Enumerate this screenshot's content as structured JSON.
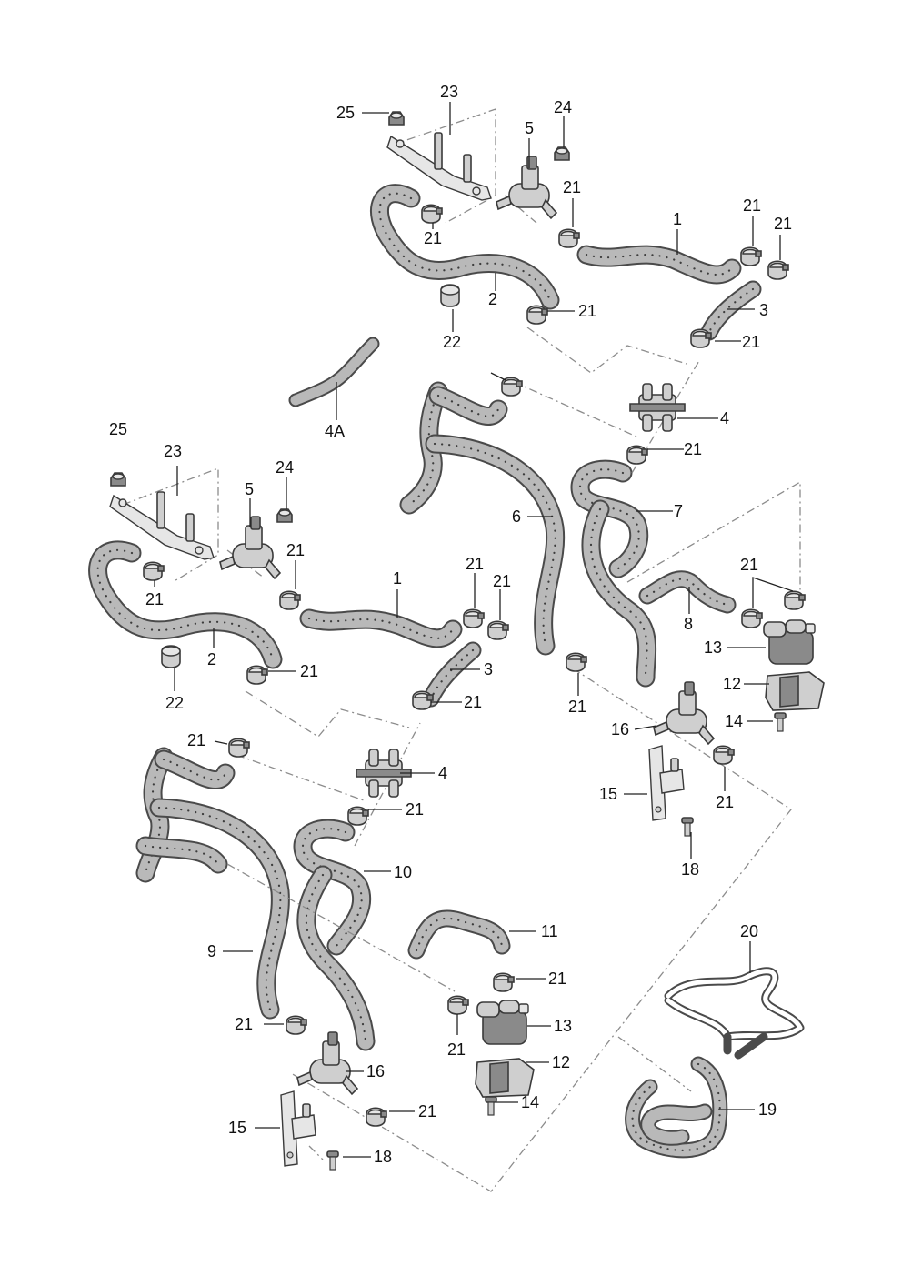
{
  "diagram": {
    "type": "exploded-parts-diagram",
    "colors": {
      "background": "#ffffff",
      "hose": "#b9b9b9",
      "line": "#222222",
      "dash": "#8c8c8c"
    },
    "callouts": {
      "c25a": "25",
      "c23a": "23",
      "c24a": "24",
      "c5a": "5",
      "c21a": "21",
      "c21b": "21",
      "c21c": "21",
      "c21d": "21",
      "c1a": "1",
      "c3a": "3",
      "c21e": "21",
      "c2a": "2",
      "c22a": "22",
      "c21f": "21",
      "c4Aa": "4A",
      "c4a": "4",
      "c21g": "21",
      "c6a": "6",
      "c7a": "7",
      "c8a": "8",
      "c21h": "21",
      "c13a": "13",
      "c12a": "12",
      "c14a": "14",
      "c16a": "16",
      "c15a": "15",
      "c21i": "21",
      "c18a": "18",
      "c21j": "21",
      "c25b": "25",
      "c23b": "23",
      "c24b": "24",
      "c5b": "5",
      "c21k": "21",
      "c21l": "21",
      "c1b": "1",
      "c21m": "21",
      "c21n": "21",
      "c3b": "3",
      "c2b": "2",
      "c21o": "21",
      "c22b": "22",
      "c21p": "21",
      "c21q": "21",
      "c4b": "4",
      "c21r": "21",
      "c10a": "10",
      "c9a": "9",
      "c11a": "11",
      "c21s": "21",
      "c21t": "21",
      "c13b": "13",
      "c12b": "12",
      "c14b": "14",
      "c21u": "21",
      "c16b": "16",
      "c15b": "15",
      "c21v": "21",
      "c18b": "18",
      "c20a": "20",
      "c19a": "19"
    }
  }
}
